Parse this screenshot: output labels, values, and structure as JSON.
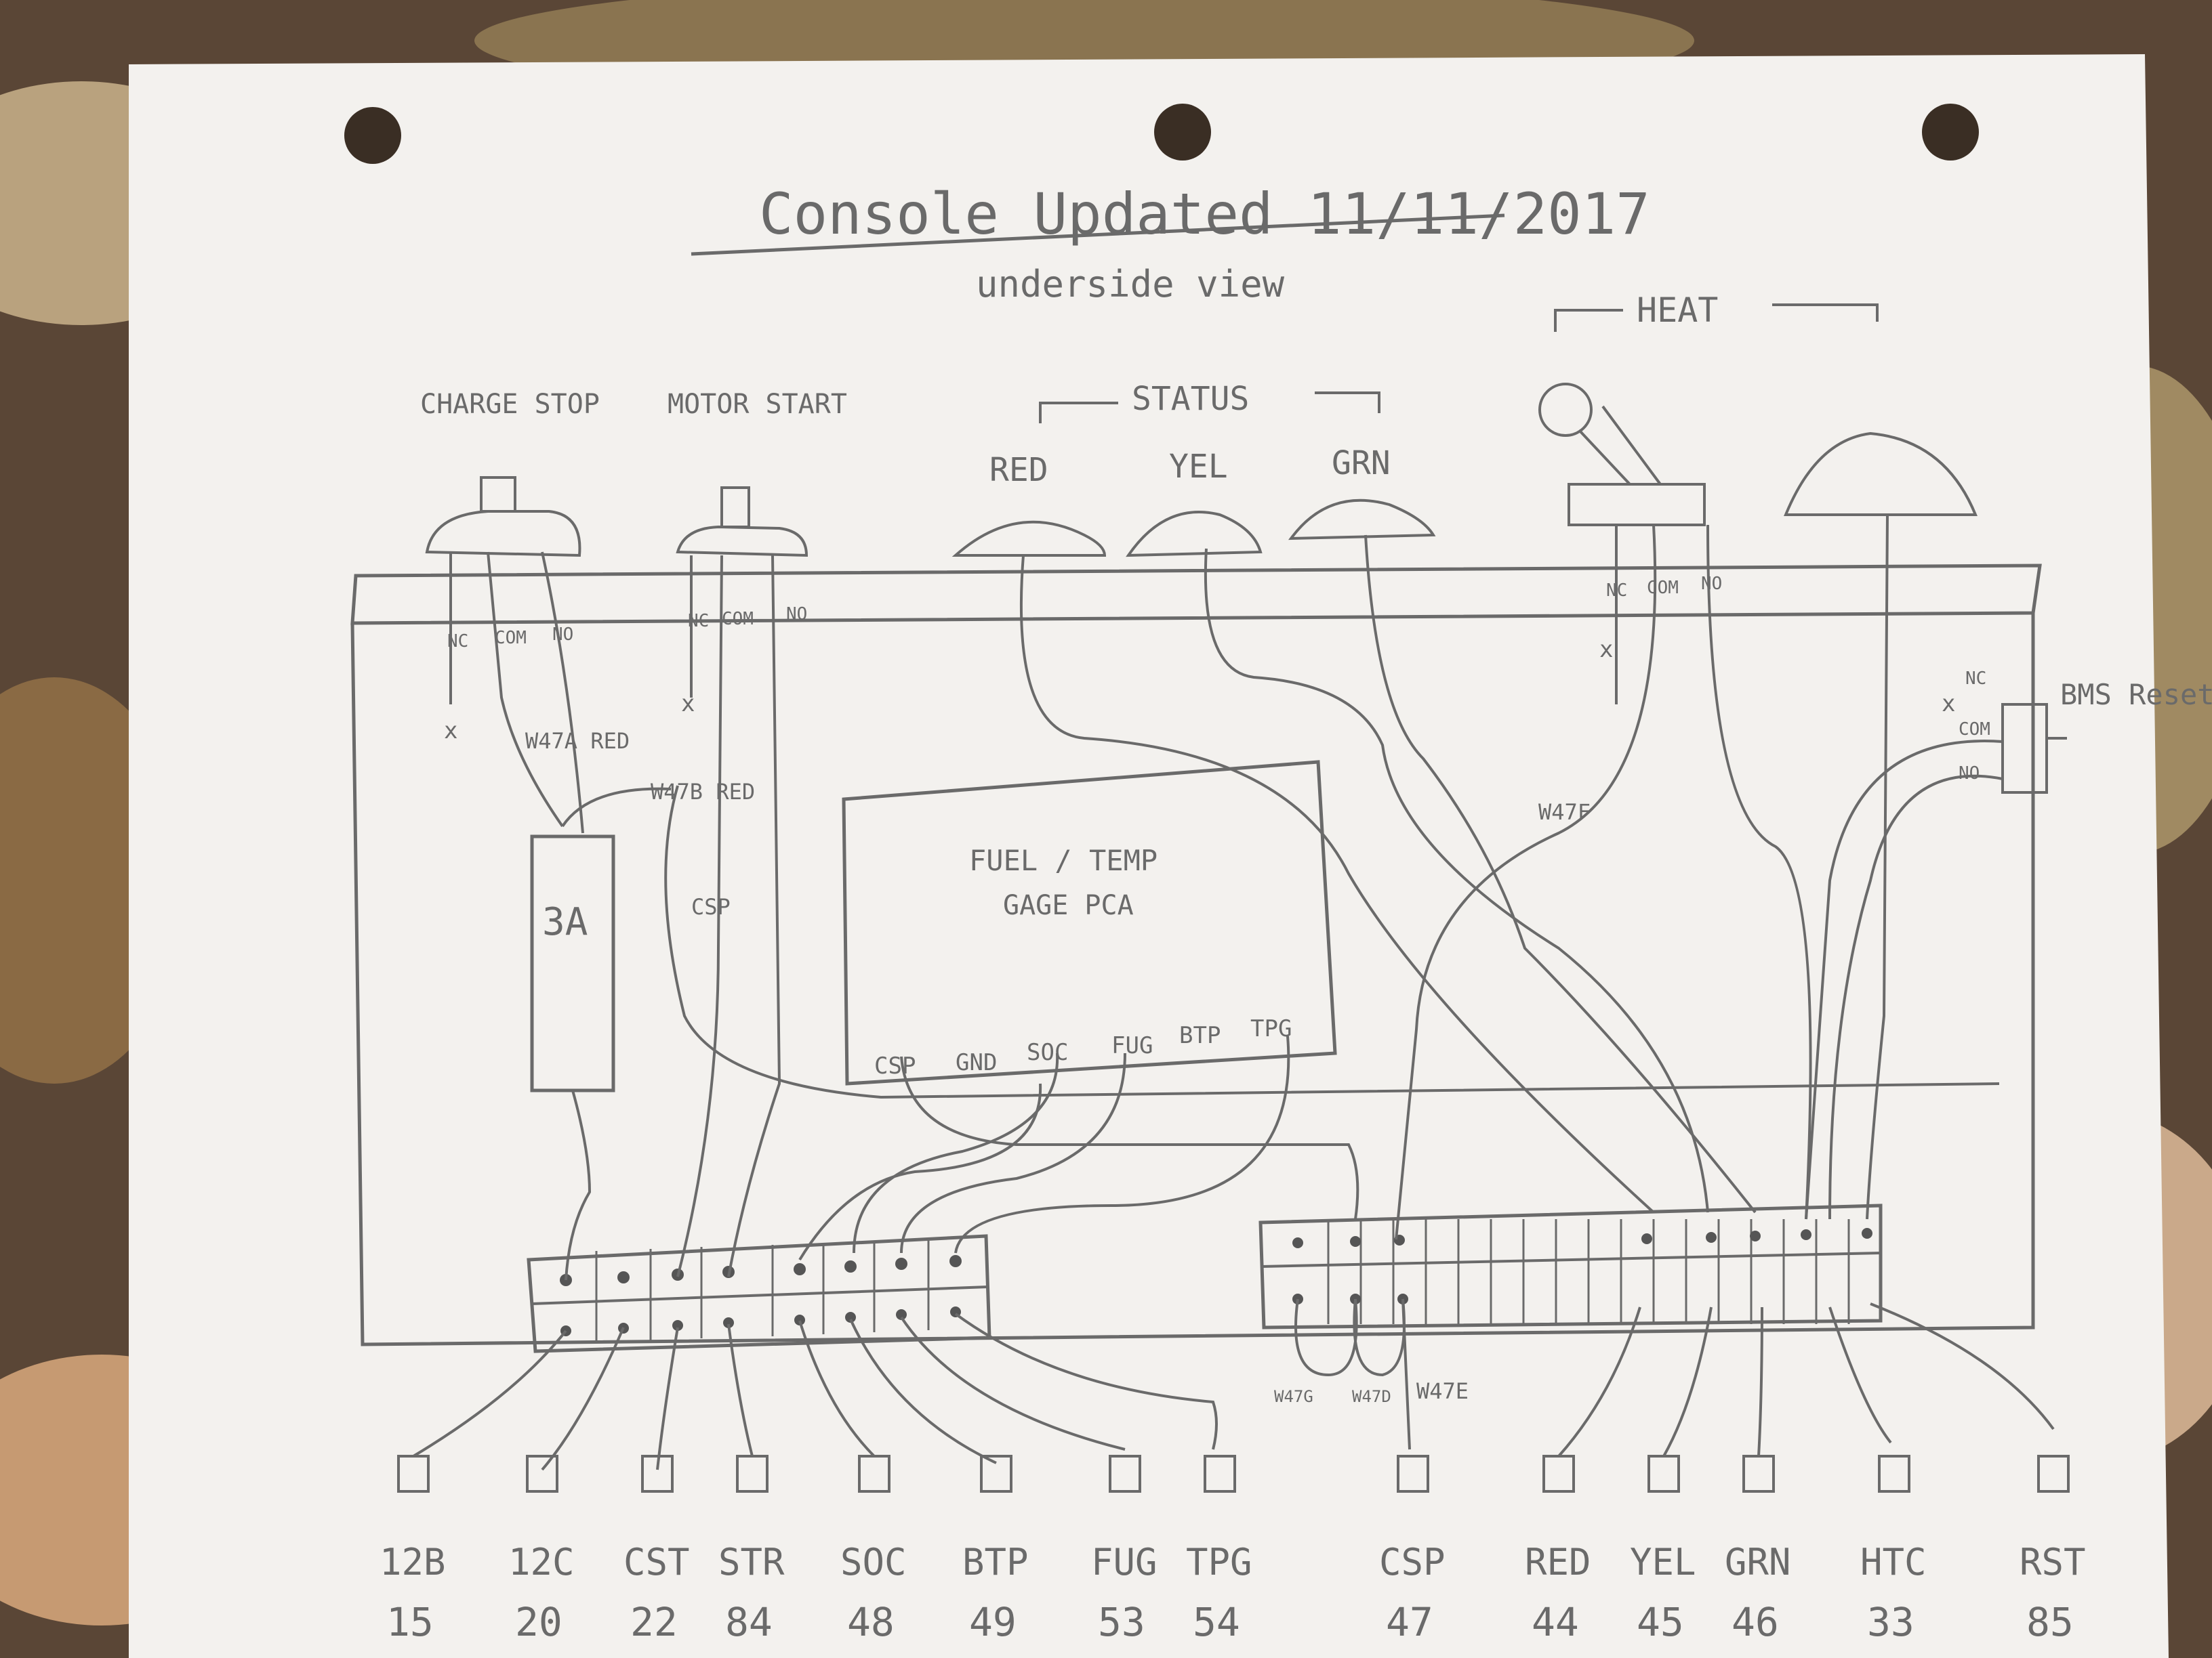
{
  "title": "Console Updated 11/11/2017",
  "subtitle": "underside view",
  "switches": {
    "charge_stop": "CHARGE STOP",
    "motor_start": "MOTOR START",
    "status": "STATUS",
    "heat": "HEAT",
    "bms_reset": "BMS Reset"
  },
  "lamps": [
    "RED",
    "YEL",
    "GRN"
  ],
  "switch_terms": {
    "nc": "NC",
    "com": "COM",
    "no": "NO"
  },
  "wires": {
    "w47a": "W47A RED",
    "w47b": "W47B RED",
    "w47f": "W47F",
    "w47g": "W47G",
    "w47d": "W47D",
    "w47e": "W47E"
  },
  "fuse": "3A",
  "board": {
    "title": "FUEL / TEMP",
    "subtitle": "GAGE PCA",
    "pins": [
      "CSP",
      "GND",
      "SOC",
      "FUG",
      "BTP",
      "TPG"
    ]
  },
  "inline_csp": "CSP",
  "left_connectors": [
    {
      "label": "12B",
      "num": "15"
    },
    {
      "label": "12C",
      "num": "20"
    },
    {
      "label": "CST",
      "num": "22"
    },
    {
      "label": "STR",
      "num": "84"
    },
    {
      "label": "SOC",
      "num": "48"
    },
    {
      "label": "BTP",
      "num": "49"
    },
    {
      "label": "FUG",
      "num": "53"
    },
    {
      "label": "TPG",
      "num": "54"
    }
  ],
  "right_connectors": [
    {
      "label": "CSP",
      "num": "47"
    },
    {
      "label": "RED",
      "num": "44"
    },
    {
      "label": "YEL",
      "num": "45"
    },
    {
      "label": "GRN",
      "num": "46"
    },
    {
      "label": "HTC",
      "num": "33"
    },
    {
      "label": "RST",
      "num": "85"
    }
  ],
  "colors": {
    "pencil": "#6a6a6a",
    "paper": "#f3f1ee",
    "background": "#5a4636"
  }
}
